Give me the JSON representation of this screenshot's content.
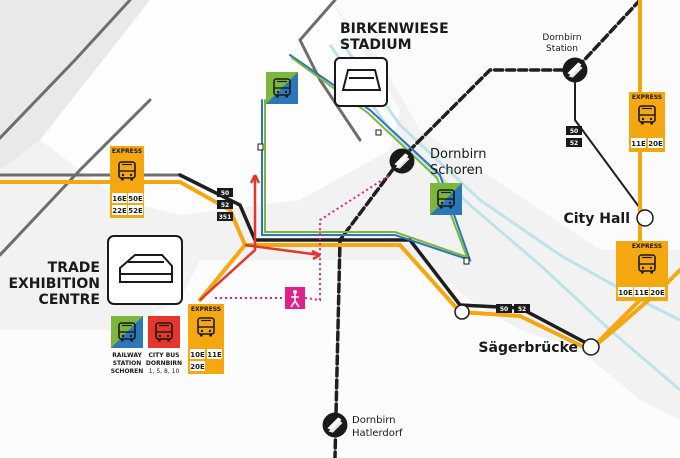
{
  "colors": {
    "background": "#f2f2f2",
    "lightArea": "#ffffff",
    "railGrey": "#6e6e6e",
    "tramBlack": "#1f1f1f",
    "express": "#f5a70f",
    "blueLine": "#2b77b8",
    "greenLine": "#7cb63a",
    "red": "#e5362c",
    "pink": "#e0218a",
    "river": "#bfe3ea",
    "stationBlack": "#1a1a1a"
  },
  "places": {
    "stadium": {
      "line1": "BIRKENWIESE",
      "line2": "STADIUM"
    },
    "trade": {
      "line1": "TRADE",
      "line2": "EXHIBITION",
      "line3": "CENTRE"
    }
  },
  "stations": {
    "dornbirn": {
      "line1": "Dornbirn",
      "line2": "Station"
    },
    "schoren": {
      "line1": "Dornbirn",
      "line2": "Schoren"
    },
    "hatlerdorf": {
      "line1": "Dornbirn",
      "line2": "Hatlerdorf"
    },
    "cityHall": {
      "label": "City Hall"
    },
    "saegerbruecke": {
      "label": "Sägerbrücke"
    }
  },
  "stops": {
    "left": {
      "express": "EXPRESS",
      "routes": [
        "16E",
        "50E",
        "22E",
        "52E"
      ]
    },
    "tradeExpress": {
      "express": "EXPRESS",
      "routes": [
        "10E",
        "11E",
        "20E"
      ]
    },
    "cityHallTop": {
      "express": "EXPRESS",
      "routes": [
        "11E",
        "20E"
      ]
    },
    "cityHallBottom": {
      "express": "EXPRESS",
      "routes": [
        "10E",
        "11E",
        "20E"
      ]
    },
    "railway": {
      "line1": "RAILWAY",
      "line2": "STATION",
      "line3": "SCHOREN"
    },
    "cityBus": {
      "line1": "CITY BUS",
      "line2": "DORNBIRN",
      "line3": "1, 5, 8, 10"
    }
  },
  "routeTags": {
    "westTracks": [
      "50",
      "52",
      "351"
    ],
    "northStation": [
      "50",
      "52"
    ],
    "southSegment": [
      "50",
      "52"
    ]
  },
  "icons": {
    "stadium": "stadium-icon",
    "trade": "exhibition-hall-icon",
    "bus": "bus-icon",
    "pedestrian": "pedestrian-icon",
    "train": "train-station-icon"
  }
}
